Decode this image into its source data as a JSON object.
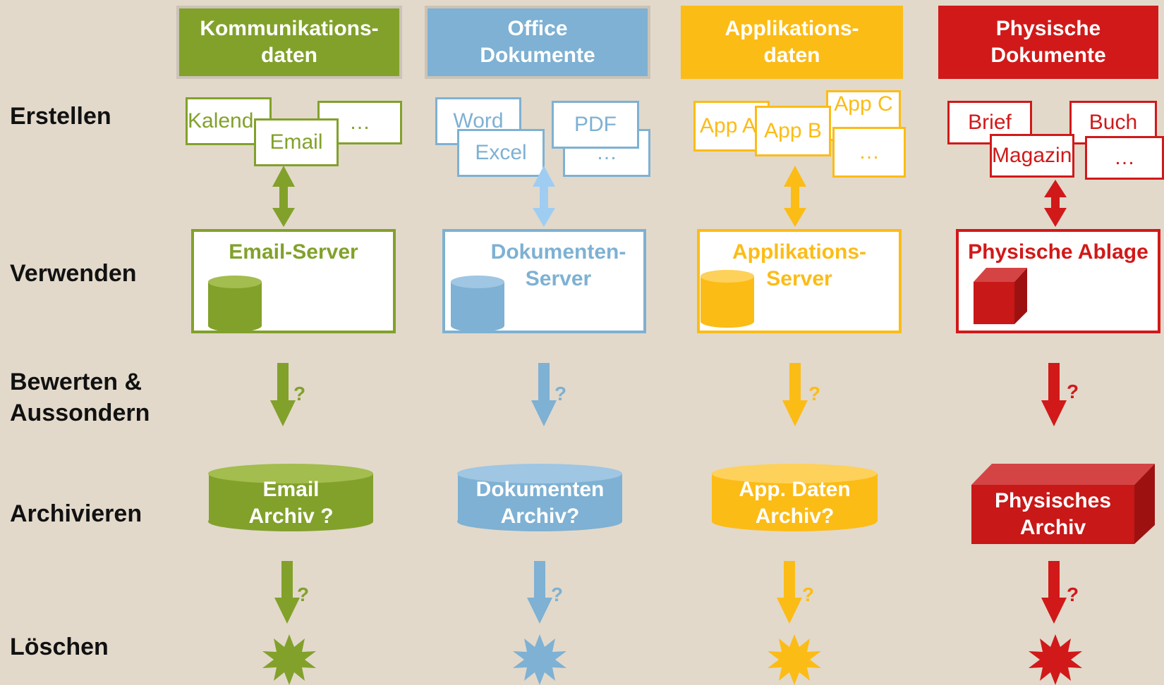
{
  "colors": {
    "green": "#82a12b",
    "blue": "#7eb1d3",
    "light_blue": "#9fcdf2",
    "yellow": "#fcbc16",
    "red": "#d11919",
    "background": "#e2d9cb"
  },
  "rows": [
    "Erstellen",
    "Verwenden",
    "Bewerten &",
    "Aussondern",
    "Archivieren",
    "Löschen"
  ],
  "columns": [
    {
      "header": [
        "Kommunikations-",
        "daten"
      ],
      "docs": [
        "Kalend",
        "…",
        "Email"
      ],
      "server": [
        "Email-Server"
      ],
      "server_icon": "cylinder-icon",
      "question": "?",
      "archive": [
        "Email",
        "Archiv ?"
      ],
      "archive_icon": "cylinder-icon",
      "delete_icon": "starburst-icon"
    },
    {
      "header": [
        "Office",
        "Dokumente"
      ],
      "docs": [
        "Word",
        "PDF",
        "Excel",
        "…"
      ],
      "server": [
        "Dokumenten-",
        "Server"
      ],
      "server_icon": "cylinder-icon",
      "question": "?",
      "archive": [
        "Dokumenten",
        "Archiv?"
      ],
      "archive_icon": "cylinder-icon",
      "delete_icon": "starburst-icon"
    },
    {
      "header": [
        "Applikations-",
        "daten"
      ],
      "docs": [
        "App A",
        "App B",
        "App C",
        "…"
      ],
      "server": [
        "Applikations-",
        "Server"
      ],
      "server_icon": "cylinder-icon",
      "question": "?",
      "archive": [
        "App. Daten",
        "Archiv?"
      ],
      "archive_icon": "cylinder-icon",
      "delete_icon": "starburst-icon"
    },
    {
      "header": [
        "Physische",
        "Dokumente"
      ],
      "docs": [
        "Brief",
        "Buch",
        "Magazin",
        "…"
      ],
      "server": [
        "Physische Ablage"
      ],
      "server_icon": "box-icon",
      "question": "?",
      "archive": [
        "Physisches",
        "Archiv"
      ],
      "archive_icon": "box-icon",
      "delete_icon": "starburst-icon"
    }
  ]
}
